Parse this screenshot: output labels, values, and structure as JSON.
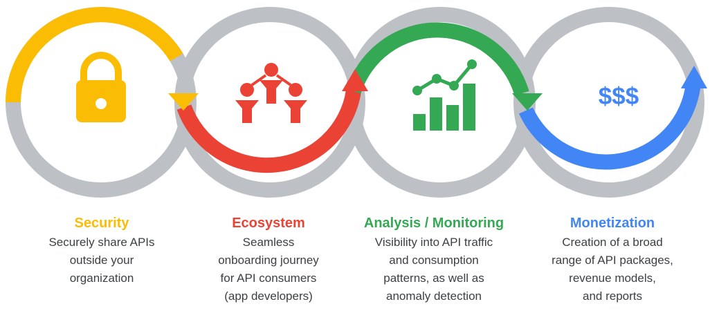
{
  "colors": {
    "gray": "#BDC1C6",
    "yellow": "#FBBC04",
    "red": "#EA4335",
    "green": "#34A853",
    "blue": "#4285F4",
    "text": "#3C4043"
  },
  "stages": [
    {
      "title": "Security",
      "description": "Securely share APIs\noutside your\norganization",
      "color": "#FBBC04",
      "icon": "padlock-icon"
    },
    {
      "title": "Ecosystem",
      "description": "Seamless\nonboarding journey\nfor API consumers\n(app developers)",
      "color": "#EA4335",
      "icon": "people-network-icon"
    },
    {
      "title": "Analysis / Monitoring",
      "description": "Visibility into API traffic\nand consumption\npatterns, as well as\nanomaly detection",
      "color": "#34A853",
      "icon": "bar-line-chart-icon"
    },
    {
      "title": "Monetization",
      "description": "Creation of a broad\nrange of API packages,\nrevenue models,\nand reports",
      "color": "#4285F4",
      "icon": "dollar-signs-icon",
      "icon_text": "$$$"
    }
  ]
}
